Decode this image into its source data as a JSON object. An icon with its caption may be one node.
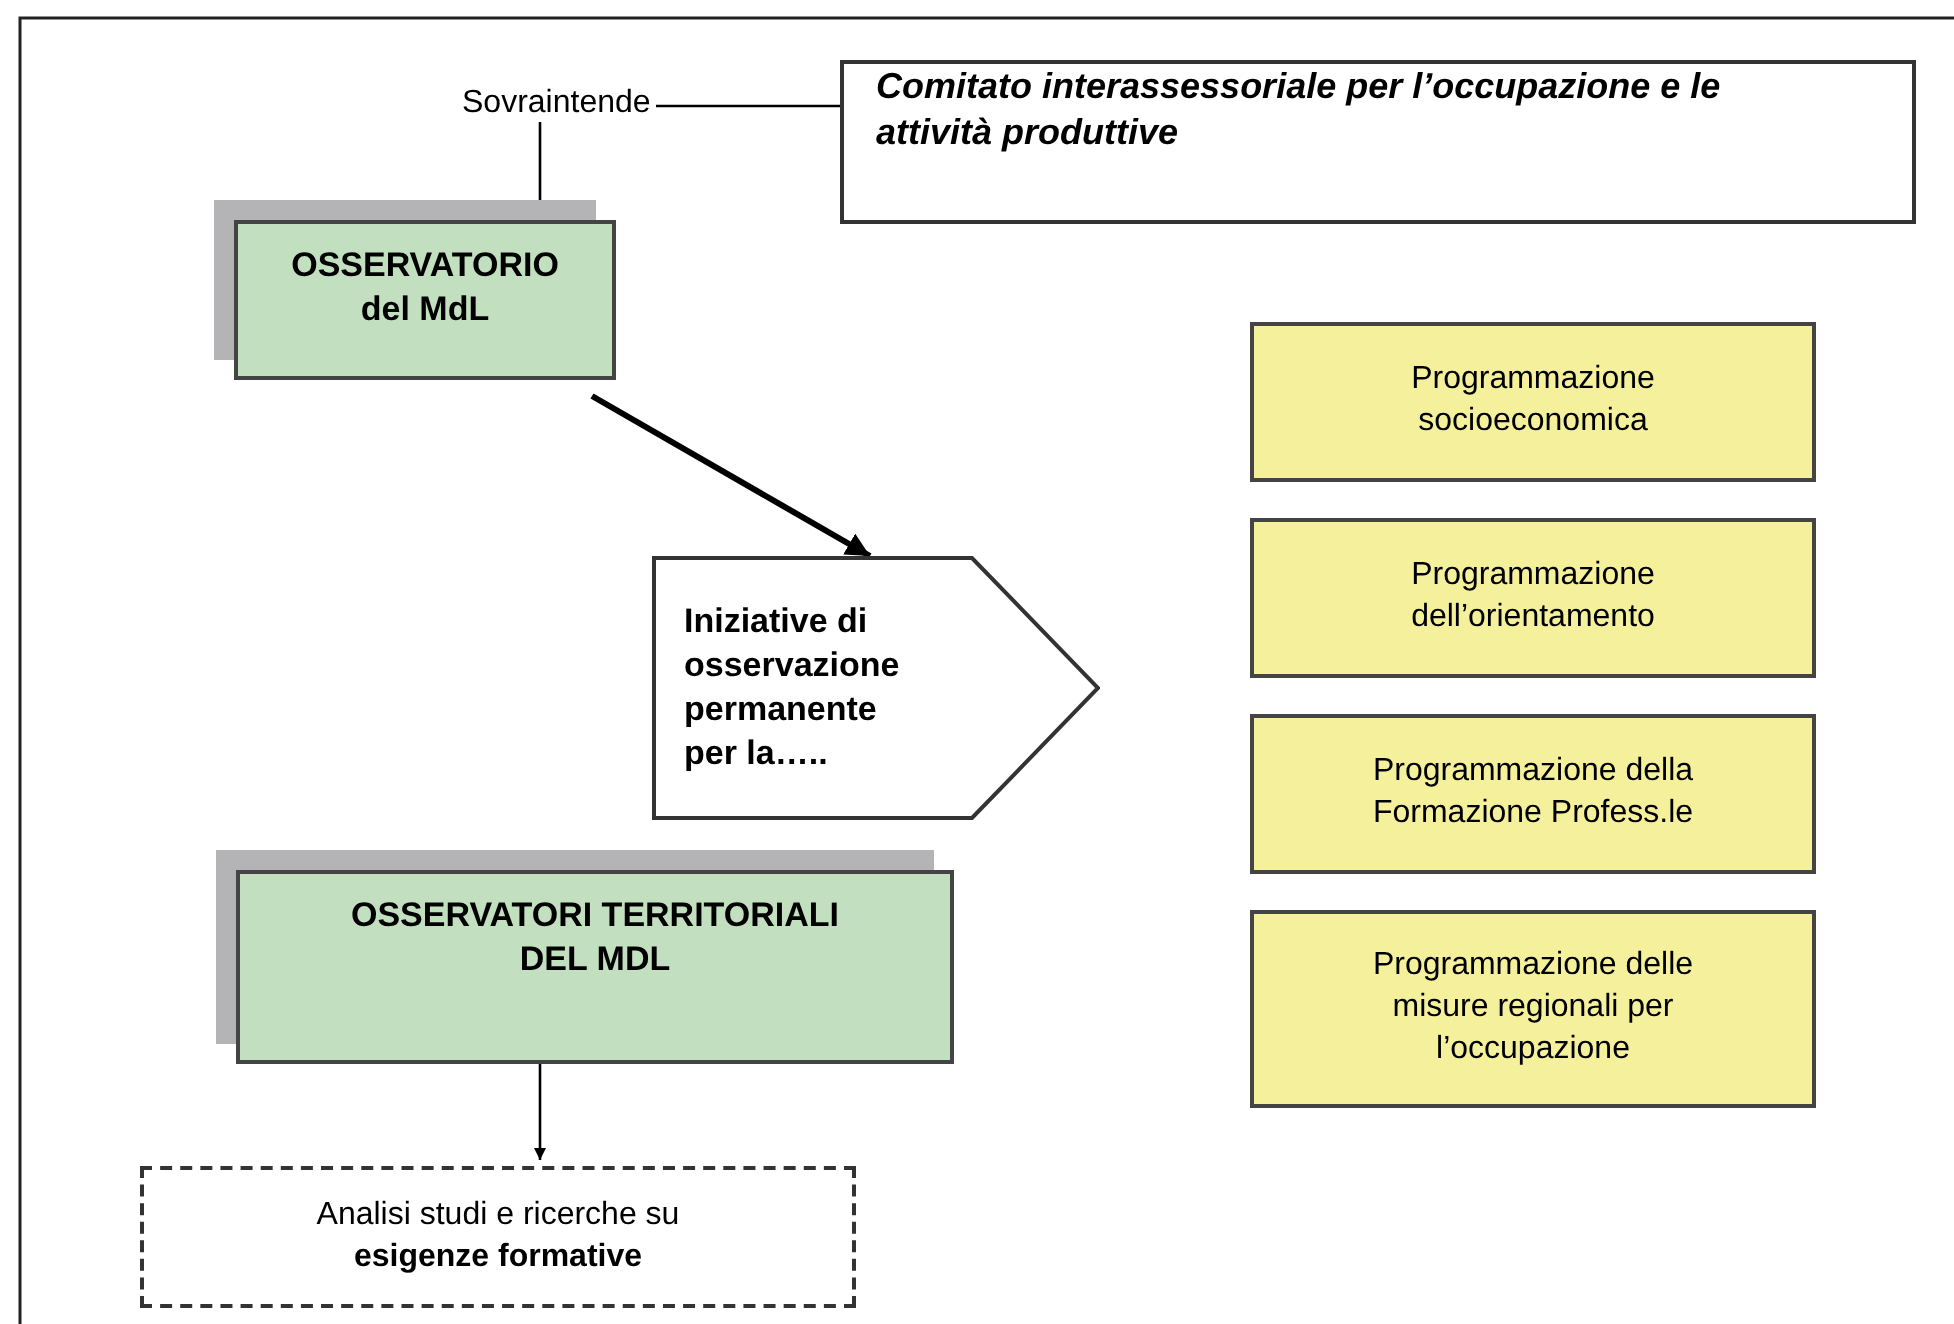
{
  "diagram": {
    "nodes": [
      {
        "text": [
          "Comitato interassessoriale per l’occupazione e le attività produttive"
        ]
      },
      {
        "text": [
          "OSSERVATORIO del MdL"
        ]
      },
      {
        "text": [
          "Iniziative di osservazione permanente per la….."
        ]
      },
      {
        "text": [
          "OSSERVATORI TERRITORIALI DEL MDL"
        ]
      },
      {
        "text": [
          "Analisi studi e ricerche su **esigenze formative**"
        ]
      },
      {
        "text": [
          "Programmazione socioeconomica"
        ]
      },
      {
        "text": [
          "Programmazione dell’orientamento"
        ]
      },
      {
        "text": [
          "Programmazione della Formazione  Profess.le"
        ]
      },
      {
        "text": [
          "Programmazione delle misure regionali per l’occupazione"
        ]
      }
    ],
    "edges": [
      {
        "from": 0,
        "to": 1,
        "arrow": "none",
        "label": "Sovraintende"
      },
      {
        "from": 1,
        "to": 2,
        "arrow": "to",
        "style": "thick"
      },
      {
        "from": 3,
        "to": 4,
        "arrow": "to"
      }
    ]
  }
}
